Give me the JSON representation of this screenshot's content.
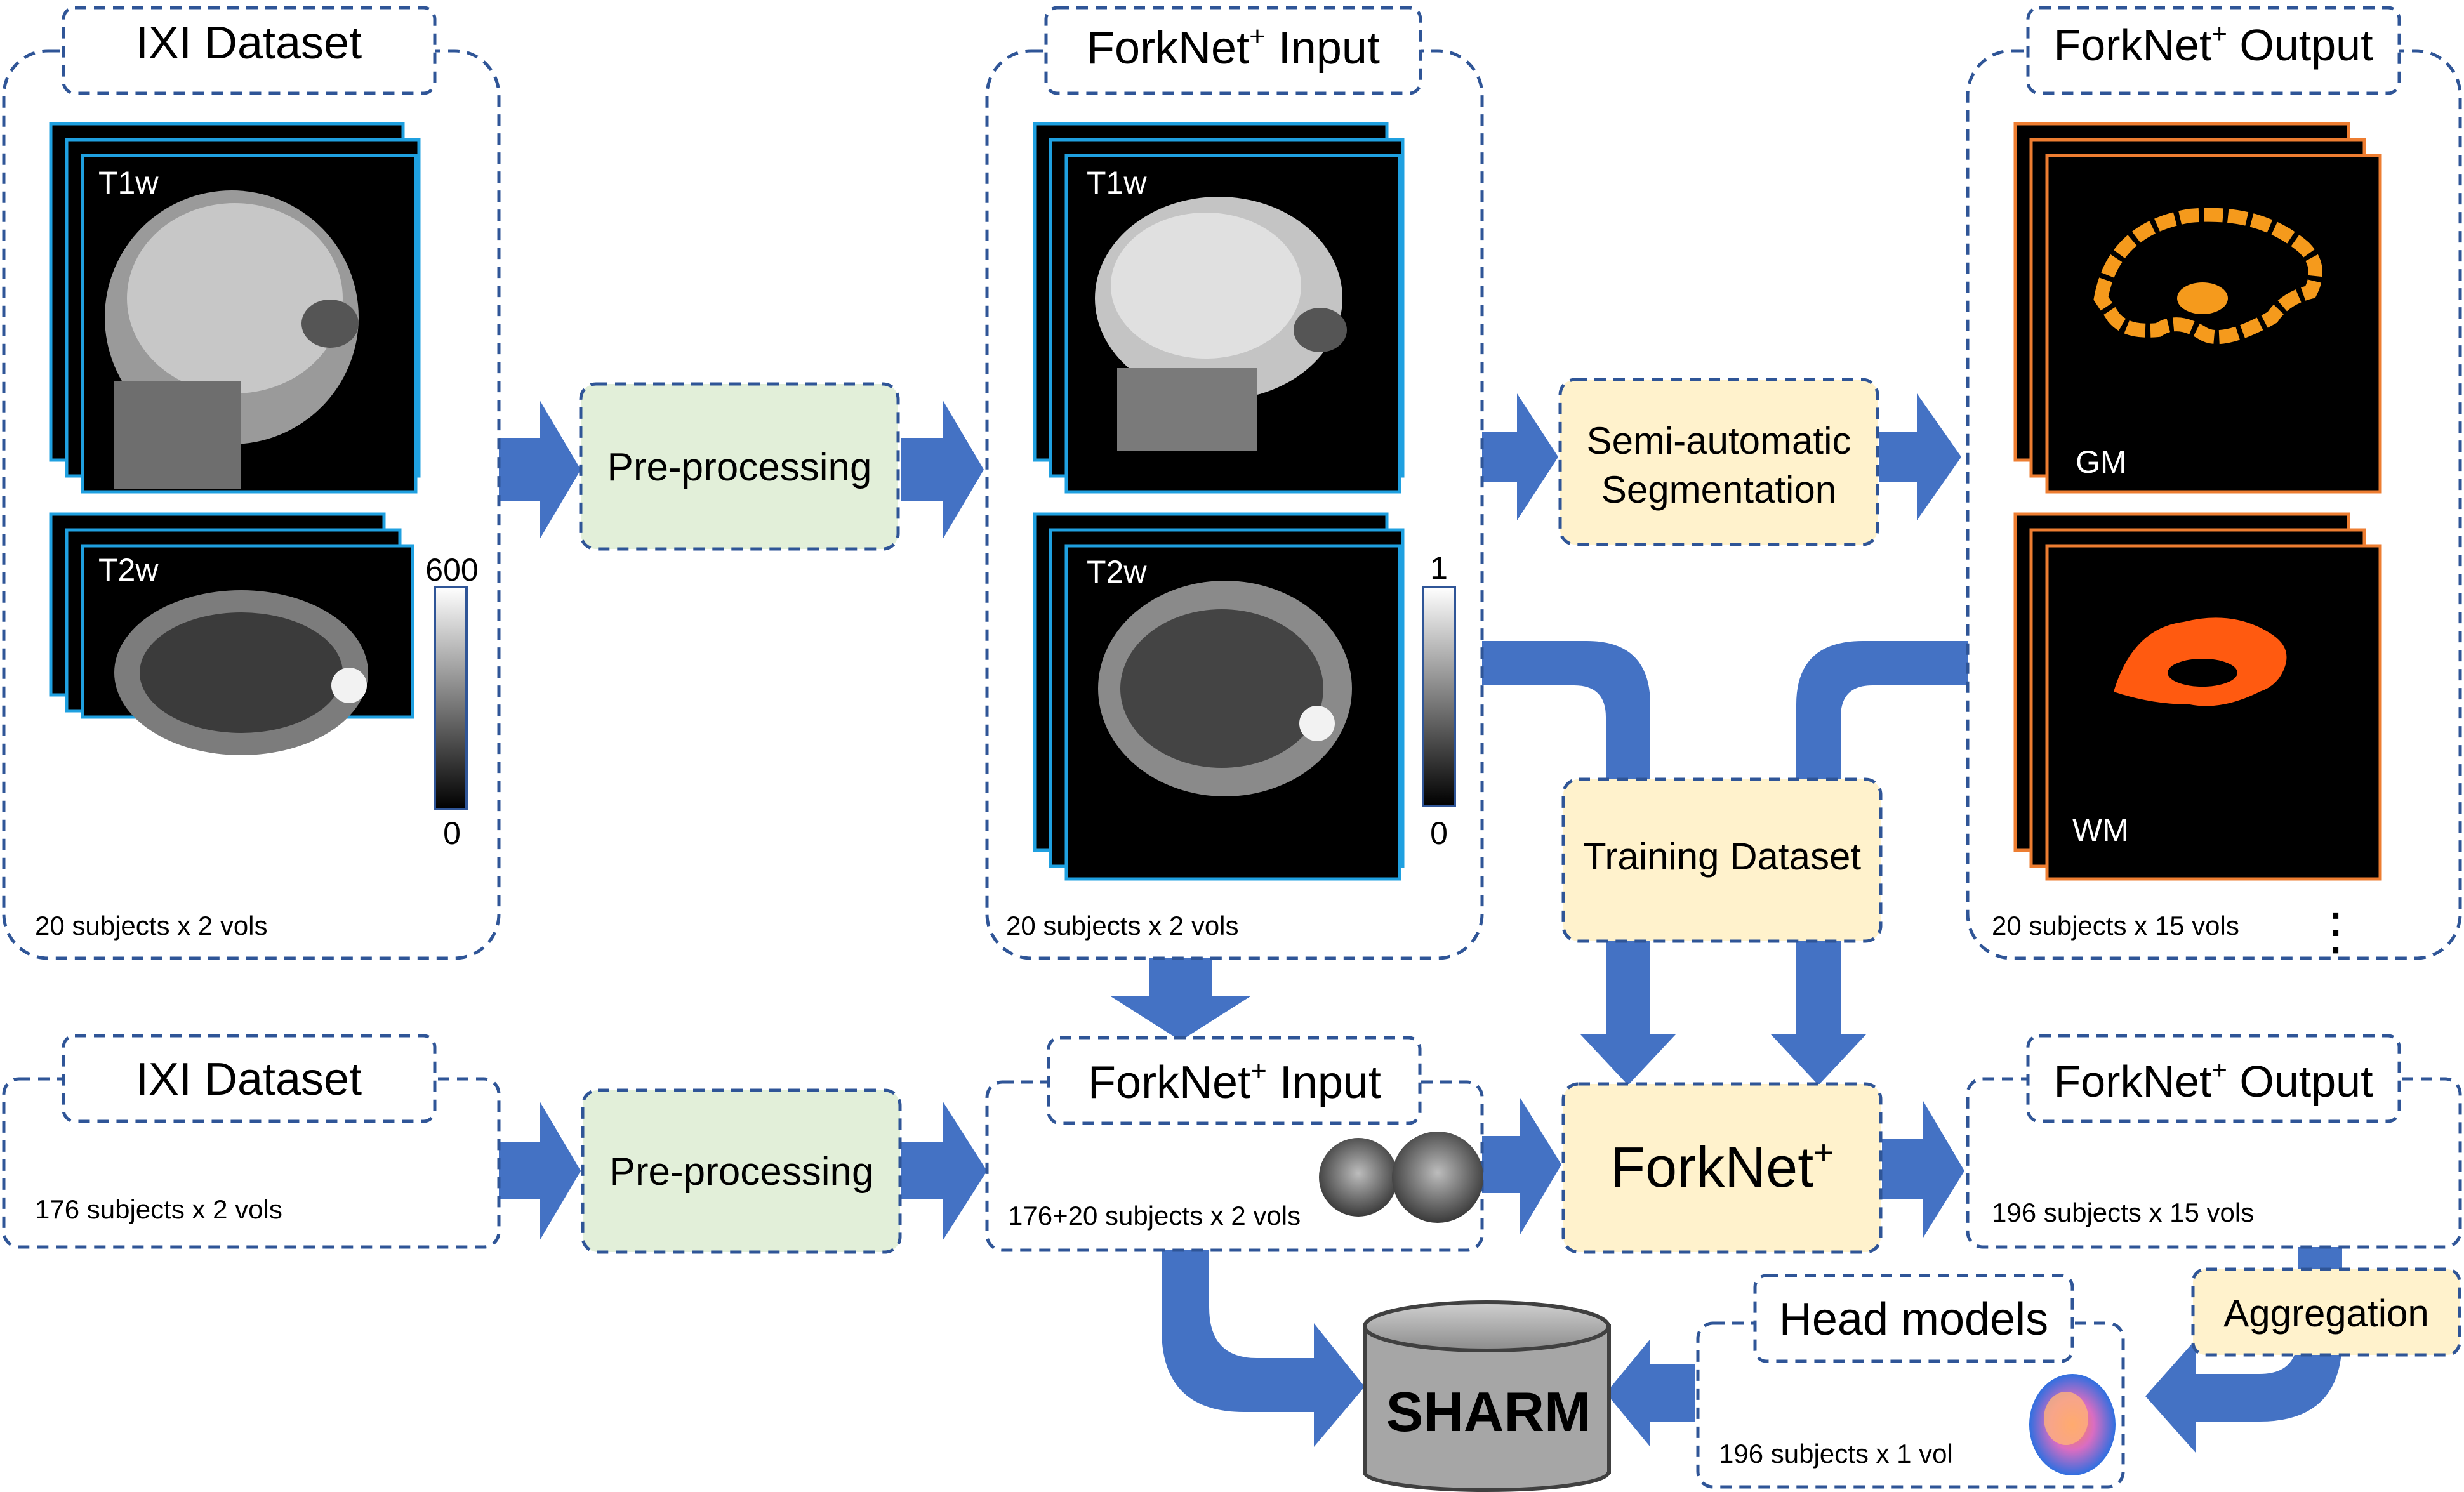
{
  "top_row": {
    "ixi": {
      "title": "IXI Dataset",
      "t1_label": "T1w",
      "t2_label": "T2w",
      "colorbar_max": "600",
      "colorbar_min": "0",
      "count": "20 subjects x 2 vols"
    },
    "preprocess": "Pre-processing",
    "input": {
      "title_main": "ForkNet",
      "title_sup": "+",
      "title_rest": " Input",
      "t1_label": "T1w",
      "t2_label": "T2w",
      "colorbar_max": "1",
      "colorbar_min": "0",
      "count": "20 subjects x 2 vols"
    },
    "segmentation": {
      "line1": "Semi-automatic",
      "line2": "Segmentation"
    },
    "output": {
      "title_main": "ForkNet",
      "title_sup": "+",
      "title_rest": " Output",
      "gm_label": "GM",
      "wm_label": "WM",
      "count": "20 subjects x 15 vols",
      "ellipsis": "⋮"
    },
    "training": "Training Dataset"
  },
  "bottom_row": {
    "ixi": {
      "title": "IXI Dataset",
      "count": "176 subjects x 2 vols"
    },
    "preprocess": "Pre-processing",
    "input": {
      "title_main": "ForkNet",
      "title_sup": "+",
      "title_rest": " Input",
      "count": "176+20 subjects x 2 vols"
    },
    "forknet": {
      "main": "ForkNet",
      "sup": "+"
    },
    "output": {
      "title_main": "ForkNet",
      "title_sup": "+",
      "title_rest": " Output",
      "count": "196 subjects x 15 vols"
    },
    "aggregation": "Aggregation",
    "head_models": {
      "title": "Head models",
      "count": "196 subjects x 1 vol"
    },
    "sharm": "SHARM"
  },
  "colors": {
    "arrow_blue": "#4472C4",
    "dashed_border": "#2F5597",
    "green_box": "#E2EFD9",
    "yellow_box": "#FFF2CC",
    "mri_frame": "#1FA0E0",
    "seg_frame": "#ED7D31",
    "gm_fill": "#F59A1C",
    "wm_fill": "#FF5A10",
    "db_gray": "#A6A6A6"
  }
}
